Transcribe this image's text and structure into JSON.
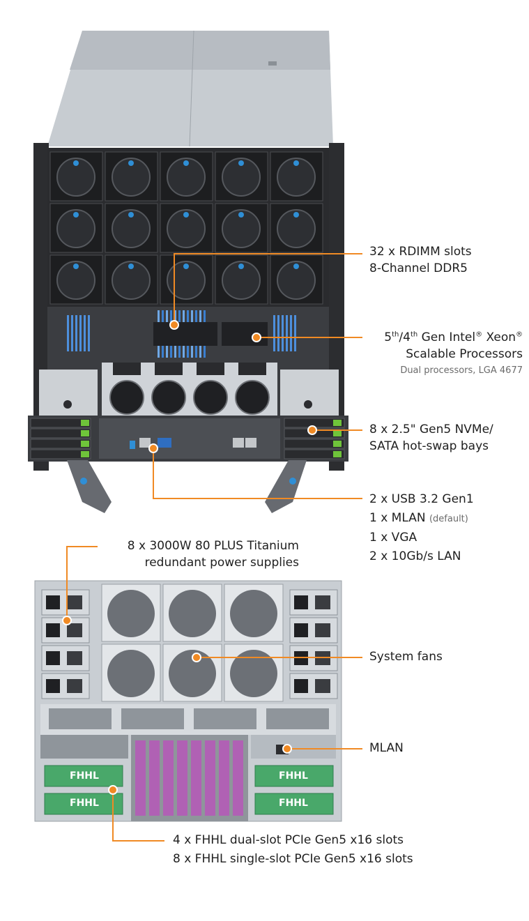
{
  "callouts": {
    "rdimm": {
      "line1": "32 x RDIMM slots",
      "line2": "8-Channel DDR5"
    },
    "cpu": {
      "gen_a": "5",
      "sup_a": "th",
      "slash": "/",
      "gen_b": "4",
      "sup_b": "th",
      "brand": " Gen Intel",
      "reg1": "®",
      "xeon": " Xeon",
      "reg2": "®",
      "line2": "Scalable Processors",
      "note": "Dual processors, LGA 4677"
    },
    "bays": {
      "line1": "8 x 2.5\" Gen5 NVMe/",
      "line2": "SATA hot-swap bays"
    },
    "io": {
      "usb": "2 x USB 3.2 Gen1",
      "mlan": "1 x MLAN",
      "mlan_note": "(default)",
      "vga": "1 x VGA",
      "lan": "2 x 10Gb/s LAN"
    },
    "psu": {
      "line1": "8 x 3000W 80 PLUS Titanium",
      "line2": "redundant power supplies"
    },
    "fans": {
      "label": "System fans"
    },
    "mlan_rear": {
      "label": "MLAN"
    },
    "pcie": {
      "line1": "4 x FHHL dual-slot PCIe Gen5 x16 slots",
      "line2": "8 x FHHL single-slot PCIe Gen5 x16 slots"
    }
  },
  "rear_labels": {
    "fhhl": "FHHL"
  },
  "colors": {
    "accent": "#f08a24",
    "chassis": "#c9ced3",
    "fan_black": "#1d1e20",
    "nvme_green": "#6fc43a",
    "pcie_green": "#49a86a",
    "pcie_purple": "#b061b4",
    "clip_blue": "#2f8fd6"
  },
  "illustrations": {
    "front": "server-top-front-view",
    "rear": "server-rear-view"
  }
}
